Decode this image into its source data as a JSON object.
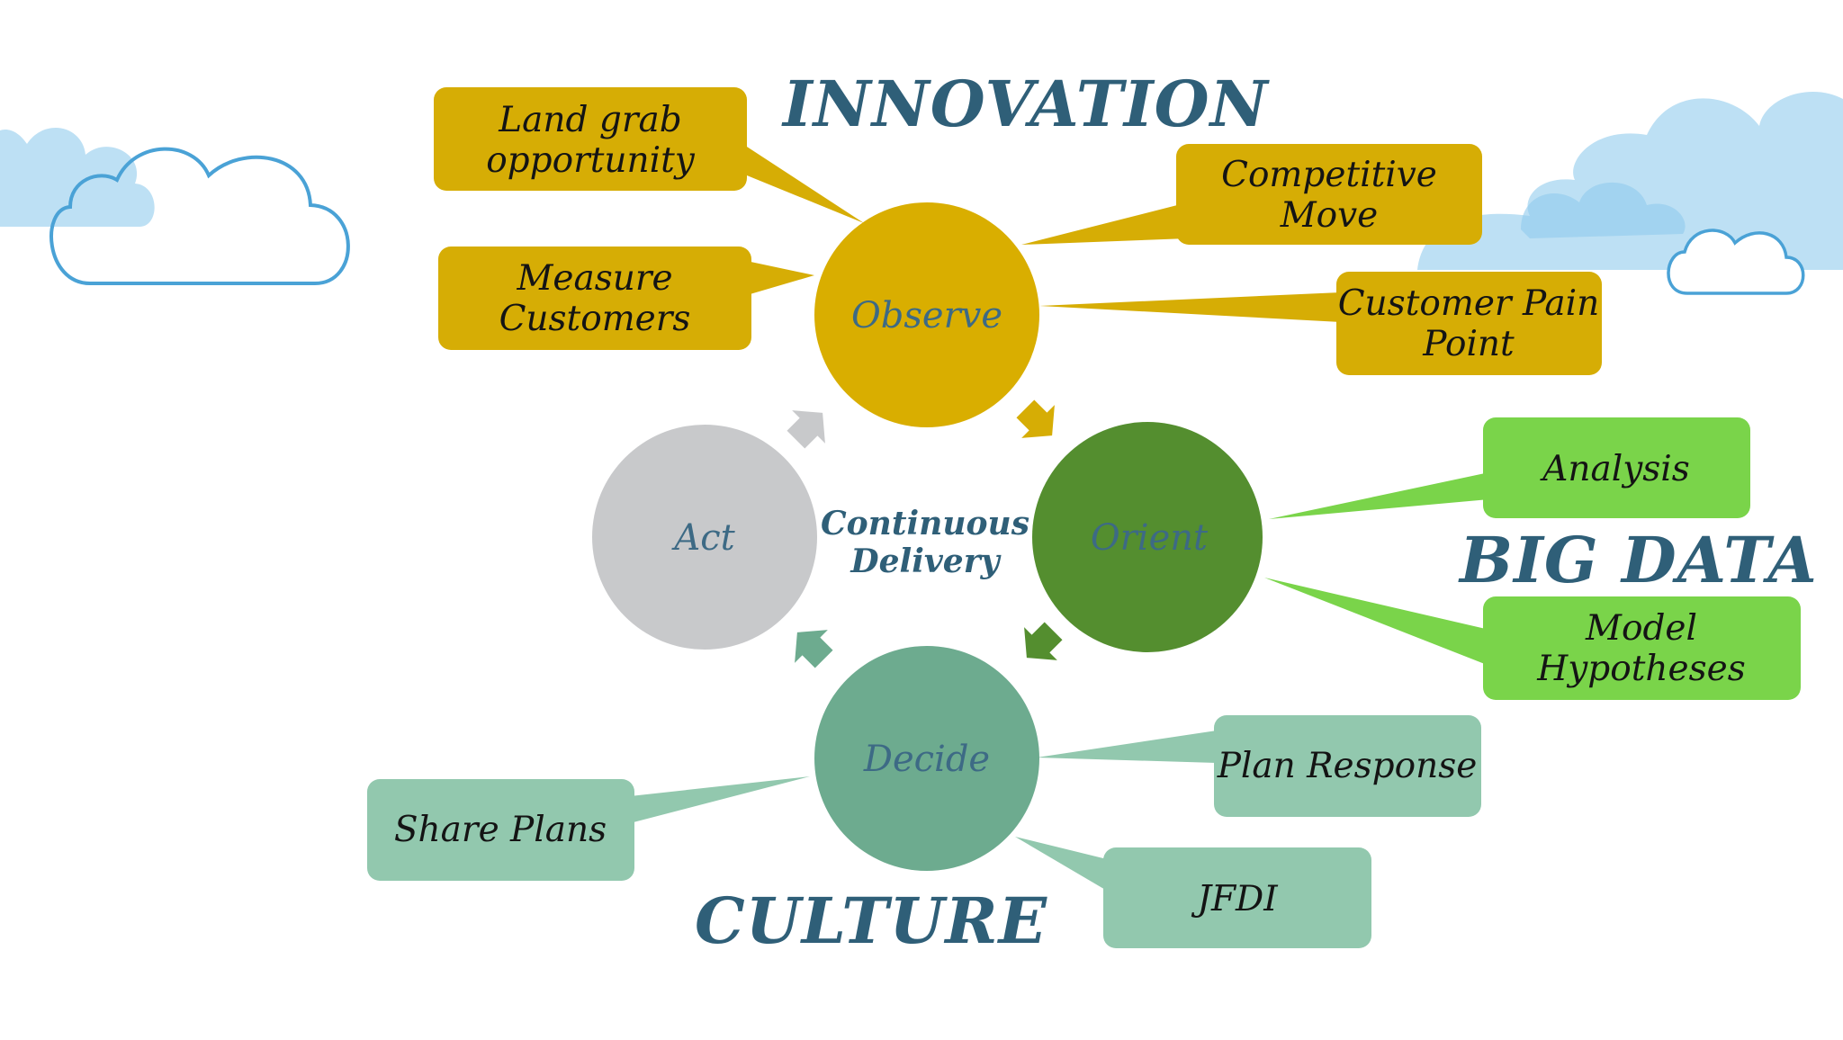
{
  "headings": {
    "innovation": "INNOVATION",
    "big_data": "BIG DATA",
    "culture": "CULTURE"
  },
  "center": {
    "line1": "Continuous",
    "line2": "Delivery"
  },
  "circles": {
    "observe": "Observe",
    "orient": "Orient",
    "decide": "Decide",
    "act": "Act"
  },
  "boxes": {
    "land_grab": [
      "Land grab",
      "opportunity"
    ],
    "measure_customers": [
      "Measure",
      "Customers"
    ],
    "competitive_move": [
      "Competitive",
      "Move"
    ],
    "customer_pain_point": [
      "Customer Pain",
      "Point"
    ],
    "analysis": [
      "Analysis"
    ],
    "model_hypotheses": [
      "Model",
      "Hypotheses"
    ],
    "plan_response": [
      "Plan Response"
    ],
    "share_plans": [
      "Share Plans"
    ],
    "jfdi": [
      "JFDI"
    ]
  },
  "colors": {
    "observe": "#d9ae00",
    "orient": "#548e2f",
    "decide": "#6dab8f",
    "act": "#c8c9cb",
    "observe_box": "#d6ad05",
    "orient_box": "#7ad44a",
    "decide_box": "#92c8ae",
    "heading": "#2f5f78",
    "cloud_fill": "#bde0f4",
    "cloud_outline": "#4aa2d6"
  }
}
